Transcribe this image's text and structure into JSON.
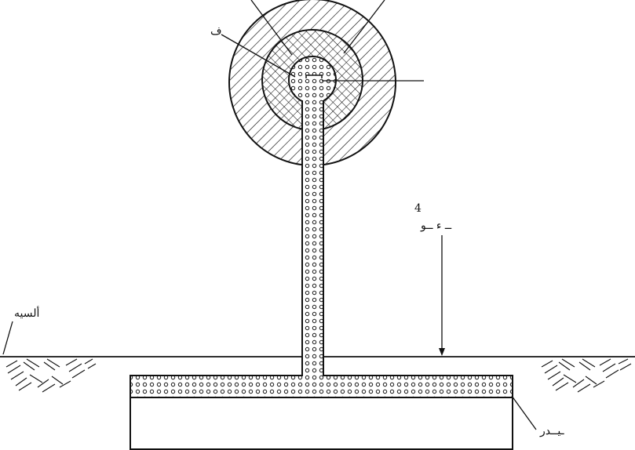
{
  "diagram": {
    "labels": {
      "inner_label": "ف",
      "height_number": "4",
      "height_text": "ــ ء ــو",
      "ground_text": "ألسيه",
      "base_text": "ـيــدر"
    },
    "colors": {
      "stroke": "#111111",
      "background": "#ffffff"
    },
    "patterns": {
      "outer_ring": "diagonal-hatch",
      "middle_ring": "cross-hatch",
      "core": "dotted-circles",
      "ground": "herringbone-hatch"
    }
  }
}
